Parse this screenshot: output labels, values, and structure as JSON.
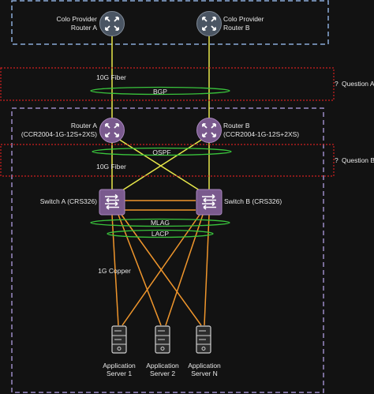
{
  "colors": {
    "background": "#121212",
    "colo_box": "#8aa9d8",
    "site_box": "#9a8ac4",
    "question_box": "#d02020",
    "fiber_link": "#e8e84a",
    "copper_link": "#f0962c",
    "protocol_ellipse": "#39c43c",
    "router_colo": "#4a5563",
    "router_site": "#7a5a8e",
    "switch": "#7a5a8e",
    "server": "#2c2c2c",
    "text": "#e8e8e8"
  },
  "icons": {
    "router": "router-icon",
    "switch": "switch-icon",
    "server": "server-icon"
  },
  "colo_routers": [
    {
      "line1": "Colo Provider",
      "line2": "Router A"
    },
    {
      "line1": "Colo Provider",
      "line2": "Router B"
    }
  ],
  "site_routers": [
    {
      "line1": "Router A",
      "line2": "(CCR2004-1G-12S+2XS)"
    },
    {
      "line1": "Router B",
      "line2": "(CCR2004-1G-12S+2XS)"
    }
  ],
  "switches": [
    {
      "label": "Switch A (CRS326)"
    },
    {
      "label": "Switch B (CRS326)"
    }
  ],
  "servers": [
    {
      "line1": "Application",
      "line2": "Server 1"
    },
    {
      "line1": "Application",
      "line2": "Server 2"
    },
    {
      "line1": "Application",
      "line2": "Server N"
    }
  ],
  "link_labels": {
    "fiber_upper": "10G Fiber",
    "fiber_lower": "10G Fiber",
    "copper": "1G Copper"
  },
  "protocols": {
    "bgp": "BGP",
    "ospf": "OSPF",
    "mlag": "MLAG",
    "lacp": "LACP"
  },
  "questions": {
    "a": {
      "marker": "?",
      "label": "Question A"
    },
    "b": {
      "marker": "?",
      "label": "Question B"
    }
  }
}
